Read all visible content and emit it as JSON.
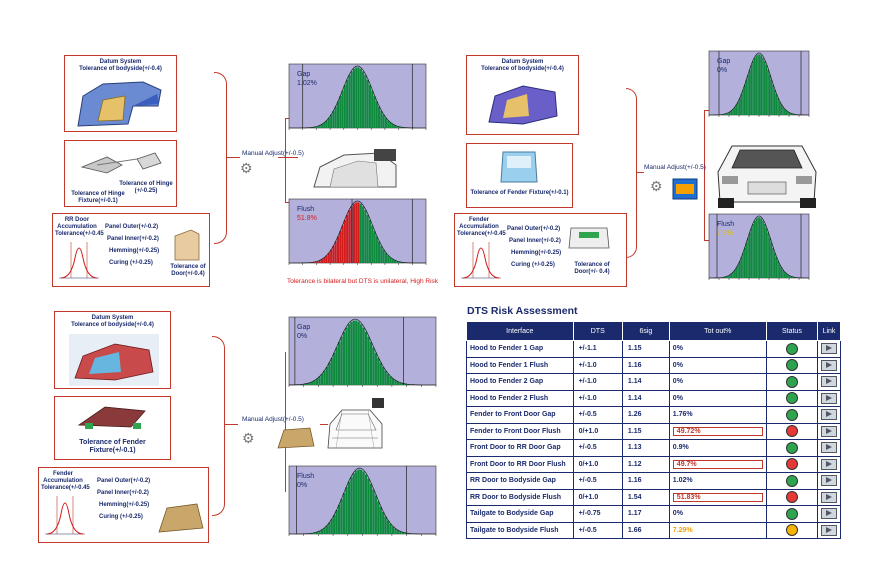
{
  "colors": {
    "frame": "#c0392b",
    "text": "#1a2a6c",
    "plot_bg": "#b3b0dc",
    "bar_green": "#0d8a3c",
    "bar_red": "#d21c1c",
    "green": "#2ea44f",
    "red": "#e53935",
    "amber": "#f5b400"
  },
  "panel1": {
    "datum_title": "Datum System",
    "datum_sub": "Tolerance of bodyside(+/-0.4)",
    "hinge_label": "Tolerance of Hinge (+/-0.25)",
    "hinge_fix": "Tolerance of Hinge Fixture(+/-0.1)",
    "accum_title": "RR Door Accumulation Tolerance(+/-0.45",
    "parts": [
      "Panel Outer(+/-0.2)",
      "Panel Inner(+/-0.2)",
      "Hemming(+/-0.25)",
      "Curing (+/-0.25)"
    ],
    "part_tol": "Tolerance of Door(+/-0.4)",
    "manual": "Manual Adjust(+/-0.5)",
    "gap_name": "Gap",
    "gap_pct": "1.02%",
    "flush_name": "Flush",
    "flush_pct": "51.8%",
    "note": "Tolerance is bilateral but DTS is unilateral, High Risk"
  },
  "panel2": {
    "datum_title": "Datum System",
    "datum_sub": "Tolerance of bodyside(+/-0.4)",
    "fender_tol": "Tolerance of Fender Fixture(+/-0.1)",
    "accum_title": "Fender Accumulation Tolerance(+/-0.45",
    "parts": [
      "Panel Outer(+/-0.2)",
      "Panel Inner(+/-0.2)",
      "Hemming(+/-0.25)",
      "Curing (+/-0.25)"
    ],
    "part_tol": "Tolerance of Door(+/- 0.4)",
    "manual": "Manual Adjust(+/-0.5)",
    "gap_name": "Gap",
    "gap_pct": "0%",
    "flush_name": "Flush",
    "flush_pct": "7.3%"
  },
  "panel3": {
    "datum_title": "Datum System",
    "datum_sub": "Tolerance of bodyside(+/-0.4)",
    "fender_tol_a": "Tolerance of Fender",
    "fender_tol_b": "Fixture(+/-0.1)",
    "accum_title": "Fender Accumulation Tolerance(+/-0.45",
    "parts": [
      "Panel Outer(+/-0.2)",
      "Panel Inner(+/-0.2)",
      "Hemming(+/-0.25)",
      "Curing (+/-0.25)"
    ],
    "manual": "Manual Adjust(+/-0.5)",
    "gap_name": "Gap",
    "gap_pct": "0%",
    "flush_name": "Flush",
    "flush_pct": "0%"
  },
  "dts": {
    "title": "DTS Risk Assessment",
    "headers": [
      "Interface",
      "DTS",
      "6sig",
      "Tot out%",
      "Status",
      "Link"
    ],
    "rows": [
      {
        "iface": "Hood to Fender 1 Gap",
        "dts": "+/-1.1",
        "six": "1.15",
        "tot": "0%",
        "status": "green"
      },
      {
        "iface": "Hood to Fender 1 Flush",
        "dts": "+/-1.0",
        "six": "1.16",
        "tot": "0%",
        "status": "green"
      },
      {
        "iface": "Hood to Fender 2 Gap",
        "dts": "+/-1.0",
        "six": "1.14",
        "tot": "0%",
        "status": "green"
      },
      {
        "iface": "Hood to Fender 2 Flush",
        "dts": "+/-1.0",
        "six": "1.14",
        "tot": "0%",
        "status": "green"
      },
      {
        "iface": "Fender to Front Door Gap",
        "dts": "+/-0.5",
        "six": "1.26",
        "tot": "1.76%",
        "status": "green"
      },
      {
        "iface": "Fender to Front Door Flush",
        "dts": "0/+1.0",
        "six": "1.15",
        "tot": "49.72%",
        "status": "red"
      },
      {
        "iface": "Front Door to RR Door Gap",
        "dts": "+/-0.5",
        "six": "1.13",
        "tot": "0.9%",
        "status": "green"
      },
      {
        "iface": "Front Door to RR Door Flush",
        "dts": "0/+1.0",
        "six": "1.12",
        "tot": "49.7%",
        "status": "red"
      },
      {
        "iface": "RR Door to Bodyside Gap",
        "dts": "+/-0.5",
        "six": "1.16",
        "tot": "1.02%",
        "status": "green"
      },
      {
        "iface": "RR Door to Bodyside Flush",
        "dts": "0/+1.0",
        "six": "1.54",
        "tot": "51.83%",
        "status": "red"
      },
      {
        "iface": "Tailgate to Bodyside Gap",
        "dts": "+/-0.75",
        "six": "1.17",
        "tot": "0%",
        "status": "green"
      },
      {
        "iface": "Tailgate to Bodyside Flush",
        "dts": "+/-0.5",
        "six": "1.66",
        "tot": "7.29%",
        "status": "amber"
      }
    ]
  }
}
